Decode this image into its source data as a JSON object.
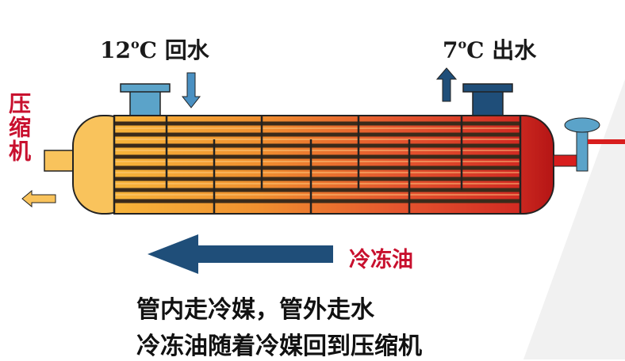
{
  "labels": {
    "water_in_temp": "12",
    "water_in_deg": "o",
    "water_in_unit": "C",
    "water_in_text": "回水",
    "water_out_temp": "7",
    "water_out_deg": "o",
    "water_out_unit": "C",
    "water_out_text": "出水",
    "compressor": "压缩机",
    "oil": "冷冻油"
  },
  "captions": {
    "line1": "管内走冷媒，管外走水",
    "line2": "冷冻油随着冷媒回到压缩机"
  },
  "colors": {
    "shell_gradient": [
      "#f7a531",
      "#f08a2f",
      "#e0402d",
      "#cc1a1a"
    ],
    "left_head": "#f9c35c",
    "right_head": "#d62222",
    "nozzle": "#5ba3c9",
    "nozzle_dark": "#1f4e79",
    "arrow_dark": "#1f4e79",
    "arrow_light": "#4a90c2",
    "tube_dark": "#3a2a1a",
    "accent_red": "#c8102e",
    "pipe_red": "#d81e1e"
  },
  "icons": {
    "water_in_arrow": "down-arrow-icon",
    "water_out_arrow": "up-arrow-icon",
    "compressor_arrow": "left-arrow-icon",
    "oil_arrow": "big-left-arrow-icon",
    "valve": "valve-icon"
  }
}
